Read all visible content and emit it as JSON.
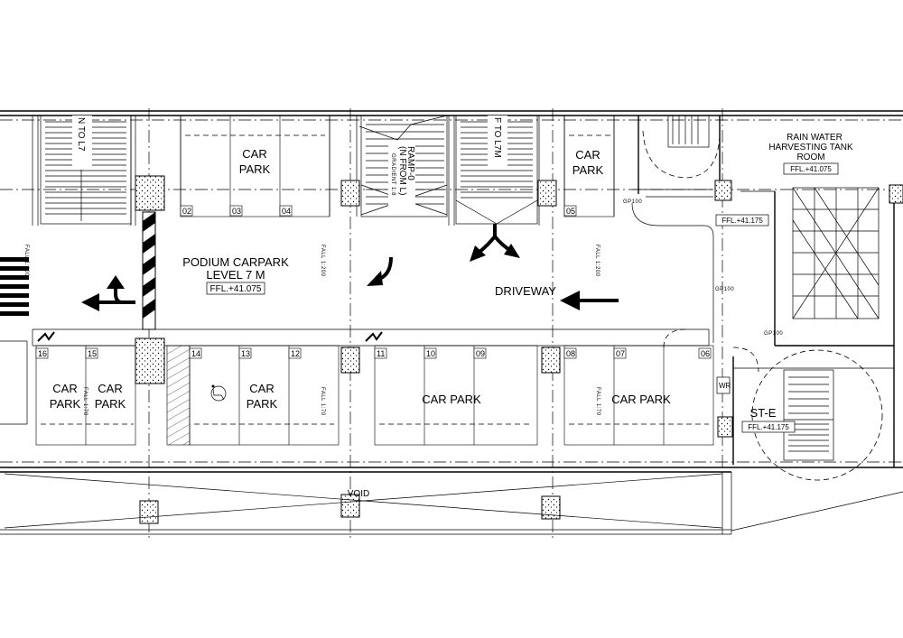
{
  "labels": {
    "car_park": [
      "CAR",
      "PARK"
    ],
    "car_park_line": "CAR PARK",
    "podium": [
      "PODIUM CARPARK",
      "LEVEL 7 M"
    ],
    "podium_ffl": "FFL.+41.075",
    "driveway": "DRIVEWAY",
    "rain_water": [
      "RAIN WATER",
      "HARVESTING TANK",
      "ROOM"
    ],
    "rain_ffl": "FFL.+41.075",
    "ffl_mid": "FFL.+41.175",
    "ste": "ST-E",
    "ste_ffl": "FFL.+41.175",
    "void": "VOID",
    "ramp_up": "F TO L7M",
    "ramp_down": "N TO L7",
    "ramp_center": [
      "RAMP-0",
      "(N FROM L)"
    ],
    "gradient": "GRADIENT 1:8",
    "fall": "FALL 1:200",
    "fall_bay": "FALL 1:70",
    "wr": "WR",
    "gp": "GP100"
  },
  "bays": {
    "top": [
      "02",
      "03",
      "04",
      "05"
    ],
    "bottom": [
      "16",
      "15",
      "14",
      "13",
      "12",
      "11",
      "10",
      "09",
      "08",
      "07",
      "06"
    ]
  },
  "icons": [
    "accessible-parking-icon",
    "pedestrian-crossing-icon",
    "direction-arrow-icon"
  ]
}
